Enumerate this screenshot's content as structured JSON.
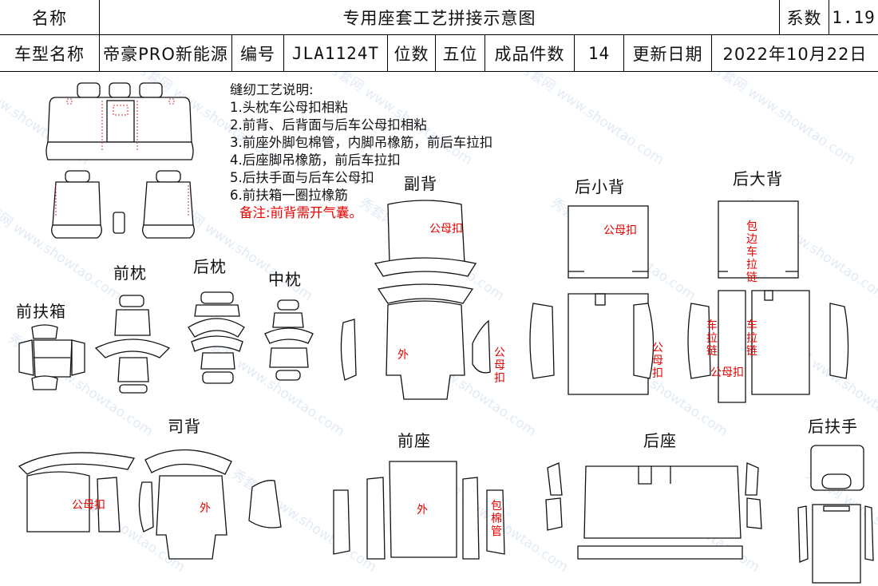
{
  "header": {
    "row1": {
      "name_label": "名称",
      "title": "专用座套工艺拼接示意图",
      "coef_label": "系数",
      "coef_value": "1.19"
    },
    "row2": {
      "model_label": "车型名称",
      "model_value": "帝豪PRO新能源",
      "code_label": "编号",
      "code_value": "JLA1124T",
      "seats_label": "位数",
      "seats_value": "五位",
      "pieces_label": "成品件数",
      "pieces_value": "14",
      "date_label": "更新日期",
      "date_value": "2022年10月22日"
    }
  },
  "notes": {
    "title": "缝纫工艺说明:",
    "items": [
      "1.头枕车公母扣相粘",
      "2.前背、后背面与后车公母扣相粘",
      "3.前座外脚包棉管，内脚吊橡筋，前后车拉扣",
      "4.后座脚吊橡筋，前后车拉扣",
      "5.后扶手面与后车公母扣",
      "6.前扶箱一圈拉橡筋"
    ],
    "remark": "备注:前背需开气囊。"
  },
  "sections": {
    "front_armrest_box": "前扶箱",
    "front_headrest": "前枕",
    "rear_headrest": "后枕",
    "middle_headrest": "中枕",
    "passenger_back": "副背",
    "rear_small_back": "后小背",
    "rear_large_back": "后大背",
    "driver_back": "司背",
    "front_seat": "前座",
    "rear_seat": "后座",
    "rear_armrest": "后扶手"
  },
  "annotations": {
    "snap": "公母扣",
    "outer": "外",
    "cotton_tube": "包棉管",
    "edge_zipper": "包边车拉链",
    "zipper": "车拉链"
  },
  "watermark": {
    "brand": "秀套网",
    "url": "www.showtao.com",
    "color": "#8cb4e6"
  },
  "colors": {
    "ink": "#111111",
    "annotation": "#e60000"
  }
}
